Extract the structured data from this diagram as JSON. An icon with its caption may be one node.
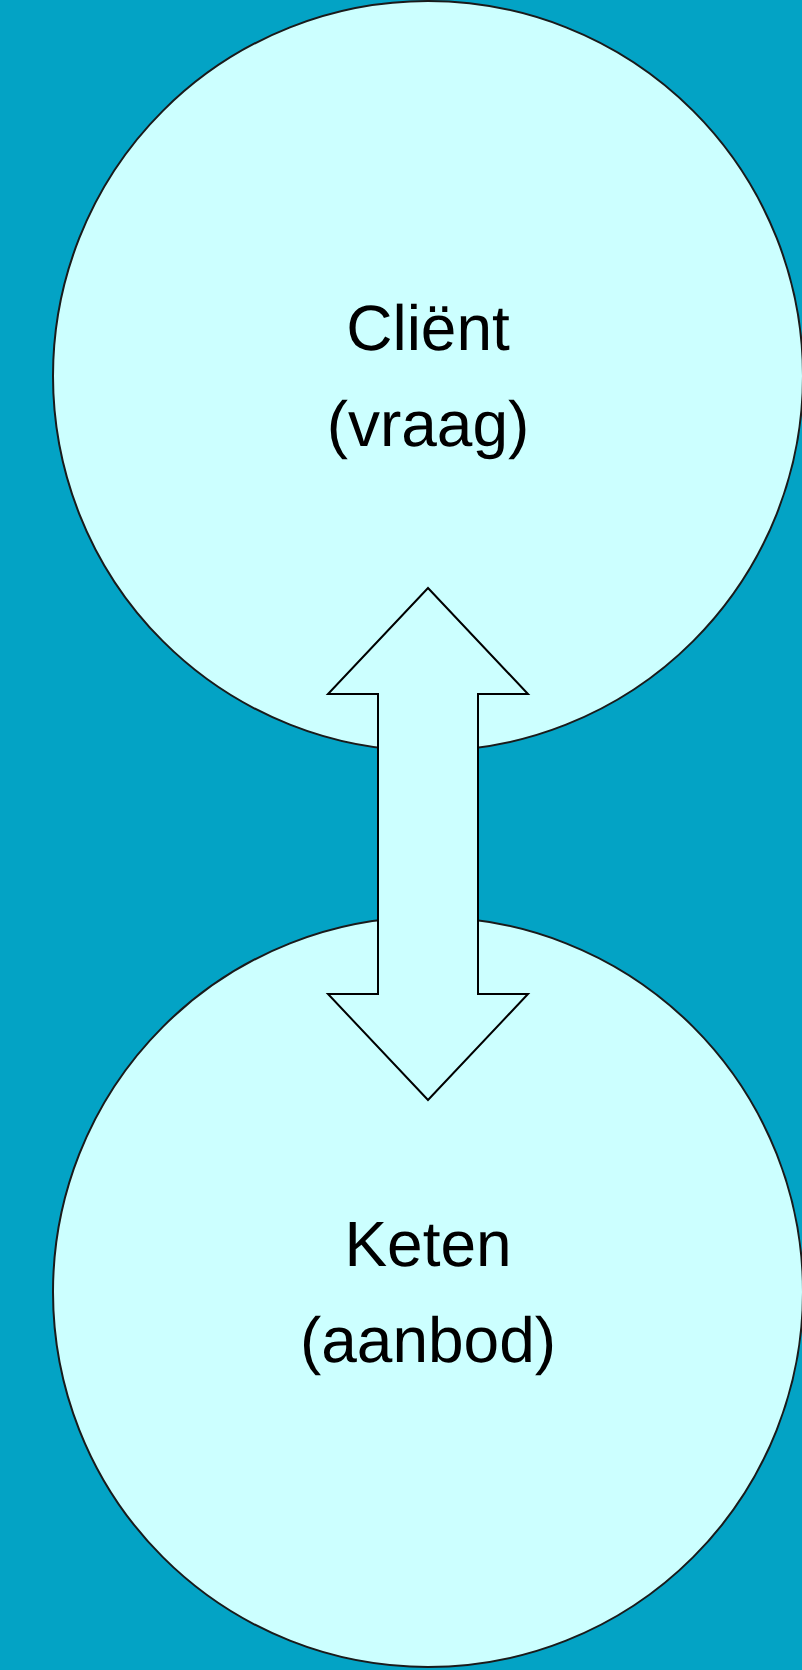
{
  "diagram": {
    "nodes": [
      {
        "text": [
          "Cliënt (vraag)"
        ]
      },
      {
        "text": [
          "Keten (aanbod)"
        ]
      }
    ],
    "edges": [
      {
        "from": 0,
        "to": 1,
        "arrow": "both"
      }
    ]
  }
}
